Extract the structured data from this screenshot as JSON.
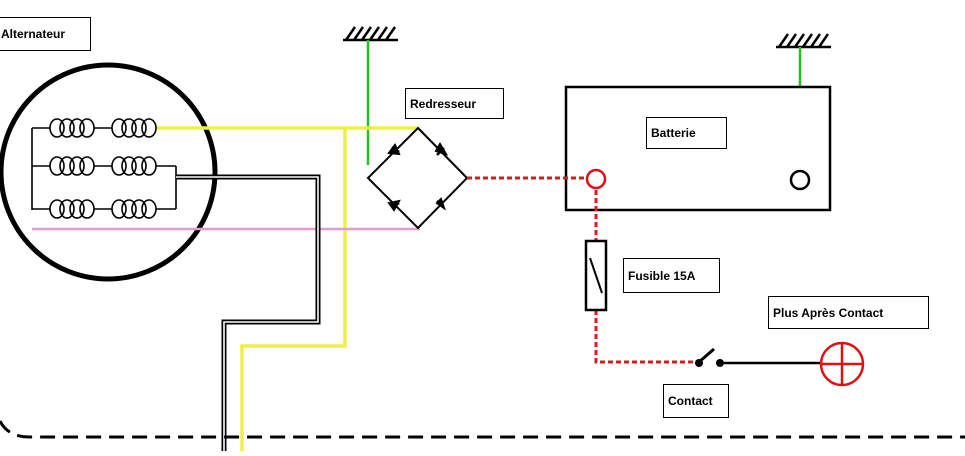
{
  "labels": {
    "alternator": "Alternateur",
    "rectifier": "Redresseur",
    "battery": "Batterie",
    "fuse": "Fusible 15A",
    "plus_after_contact": "Plus Après Contact",
    "contact": "Contact"
  },
  "colors": {
    "phase_wire": "#f0f040",
    "neutral_wire": "#e89ad0",
    "ground_wire": "#22c322",
    "positive_wire": "#cc2222",
    "outline": "#000000",
    "lamp": "#dd1111"
  }
}
